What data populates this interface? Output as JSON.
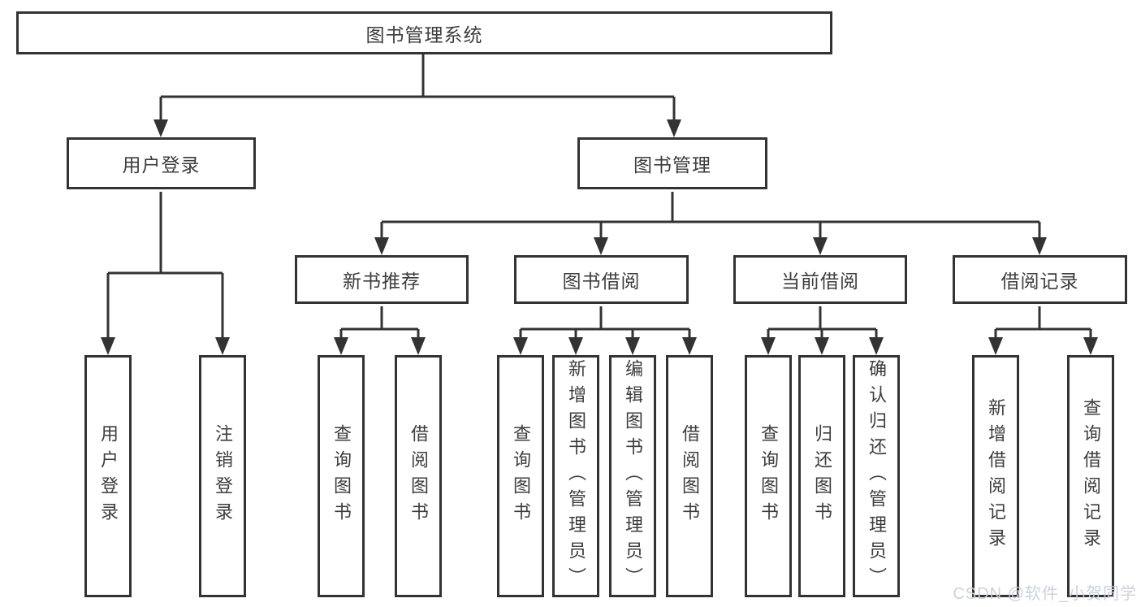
{
  "diagram": {
    "title": "图书管理系统",
    "root": {
      "label": "图书管理系统"
    },
    "level2": [
      {
        "label": "用户登录"
      },
      {
        "label": "图书管理"
      }
    ],
    "level3": [
      {
        "label": "新书推荐",
        "parent": "图书管理"
      },
      {
        "label": "图书借阅",
        "parent": "图书管理"
      },
      {
        "label": "当前借阅",
        "parent": "图书管理"
      },
      {
        "label": "借阅记录",
        "parent": "图书管理"
      }
    ],
    "leaves": [
      {
        "label": "用户登录",
        "parent": "用户登录"
      },
      {
        "label": "注销登录",
        "parent": "用户登录"
      },
      {
        "label": "查询图书",
        "parent": "新书推荐"
      },
      {
        "label": "借阅图书",
        "parent": "新书推荐"
      },
      {
        "label": "查询图书",
        "parent": "图书借阅"
      },
      {
        "label": "新增图书（管理员）",
        "parent": "图书借阅"
      },
      {
        "label": "编辑图书（管理员）",
        "parent": "图书借阅"
      },
      {
        "label": "借阅图书",
        "parent": "图书借阅"
      },
      {
        "label": "查询图书",
        "parent": "当前借阅"
      },
      {
        "label": "归还图书",
        "parent": "当前借阅"
      },
      {
        "label": "确认归还（管理员）",
        "parent": "当前借阅"
      },
      {
        "label": "新增借阅记录",
        "parent": "借阅记录"
      },
      {
        "label": "查询借阅记录",
        "parent": "借阅记录"
      }
    ]
  },
  "watermark": {
    "text": "CSDN @软件_小贺同学"
  },
  "colors": {
    "background": "#ffffff",
    "line": "#333333",
    "box_border": "#333333",
    "text": "#3d3d3d",
    "watermark": "#cacfd8"
  }
}
